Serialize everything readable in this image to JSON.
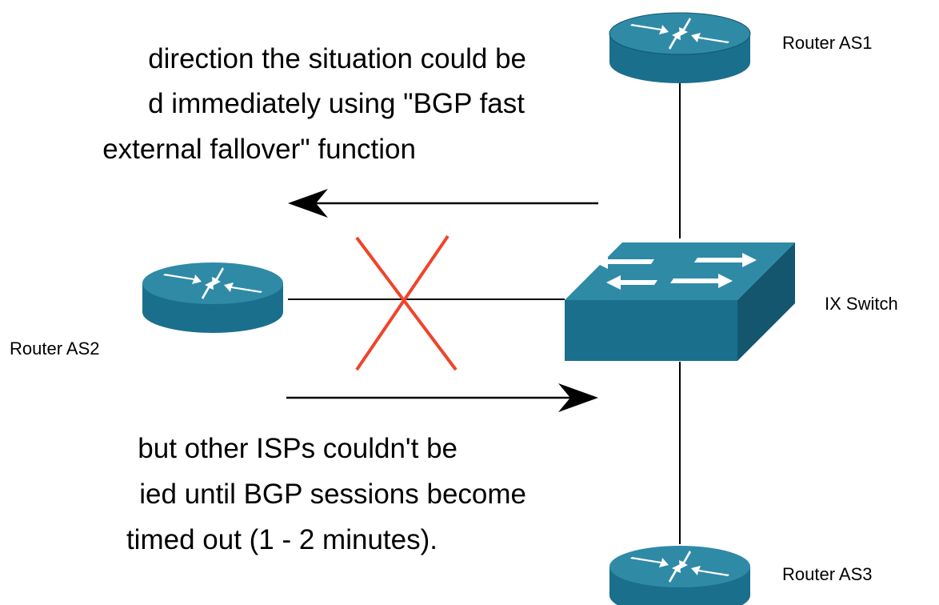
{
  "labels": {
    "router_as1": "Router AS1",
    "router_as2": "Router AS2",
    "router_as3": "Router AS3",
    "ix_switch": "IX Switch"
  },
  "text_top": [
    "direction the situation could be",
    "d immediately using \"BGP fast",
    "external fallover\" function"
  ],
  "text_bottom": [
    "but other ISPs couldn't be",
    "ied until BGP sessions become",
    "timed out (1 - 2 minutes)."
  ],
  "colors": {
    "device_top": "#2f8aa6",
    "device_body": "#1a6f8d",
    "device_side": "#13566e",
    "arrow_glyph": "#ffffff",
    "failure_cross": "#f0442a",
    "link": "#000000"
  },
  "icons": [
    "router-icon",
    "switch-icon",
    "failed-link-cross-icon"
  ]
}
